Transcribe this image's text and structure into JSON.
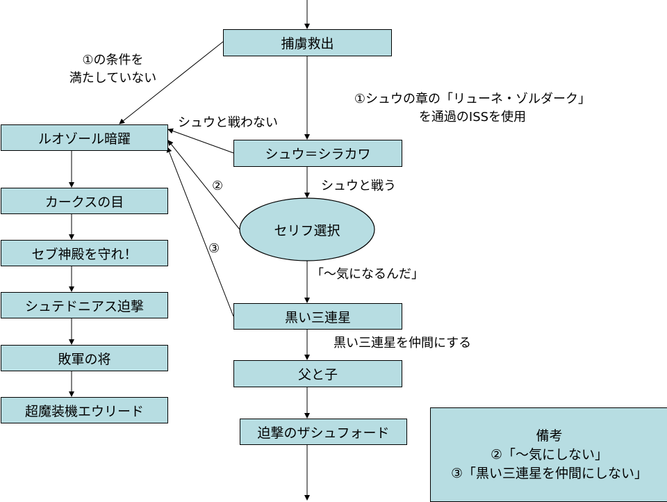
{
  "nodes": {
    "rescue": "捕虜救出",
    "ruozol": "ルオゾール暗躍",
    "karkus": "カークスの目",
    "seb": "セブ神殿を守れ！",
    "schtedonias": "シュテドニアス迫撃",
    "defeated": "敗軍の将",
    "euleed": "超魔装機エウリード",
    "shu": "シュウ＝シラカワ",
    "serif": "セリフ選択",
    "black_trio": "黒い三連星",
    "father_son": "父と子",
    "zashford": "迫撃のザシュフォード"
  },
  "edge_labels": {
    "cond_not_met_line1": "①の条件を",
    "cond_not_met_line2": "満たしていない",
    "cond1_line1": "①シュウの章の「リューネ・ゾルダーク」",
    "cond1_line2": "を通過のISSを使用",
    "not_fight_shu": "シュウと戦わない",
    "fight_shu": "シュウと戦う",
    "marker2": "②",
    "marker3": "③",
    "kini_naru": "「～気になるんだ」",
    "recruit_trio": "黒い三連星を仲間にする"
  },
  "note": {
    "title": "備考",
    "line2": "②「～気にしない」",
    "line3": "③「黒い三連星を仲間にしない」"
  },
  "colors": {
    "box_fill": "#b7dde2",
    "stroke": "#000000"
  }
}
